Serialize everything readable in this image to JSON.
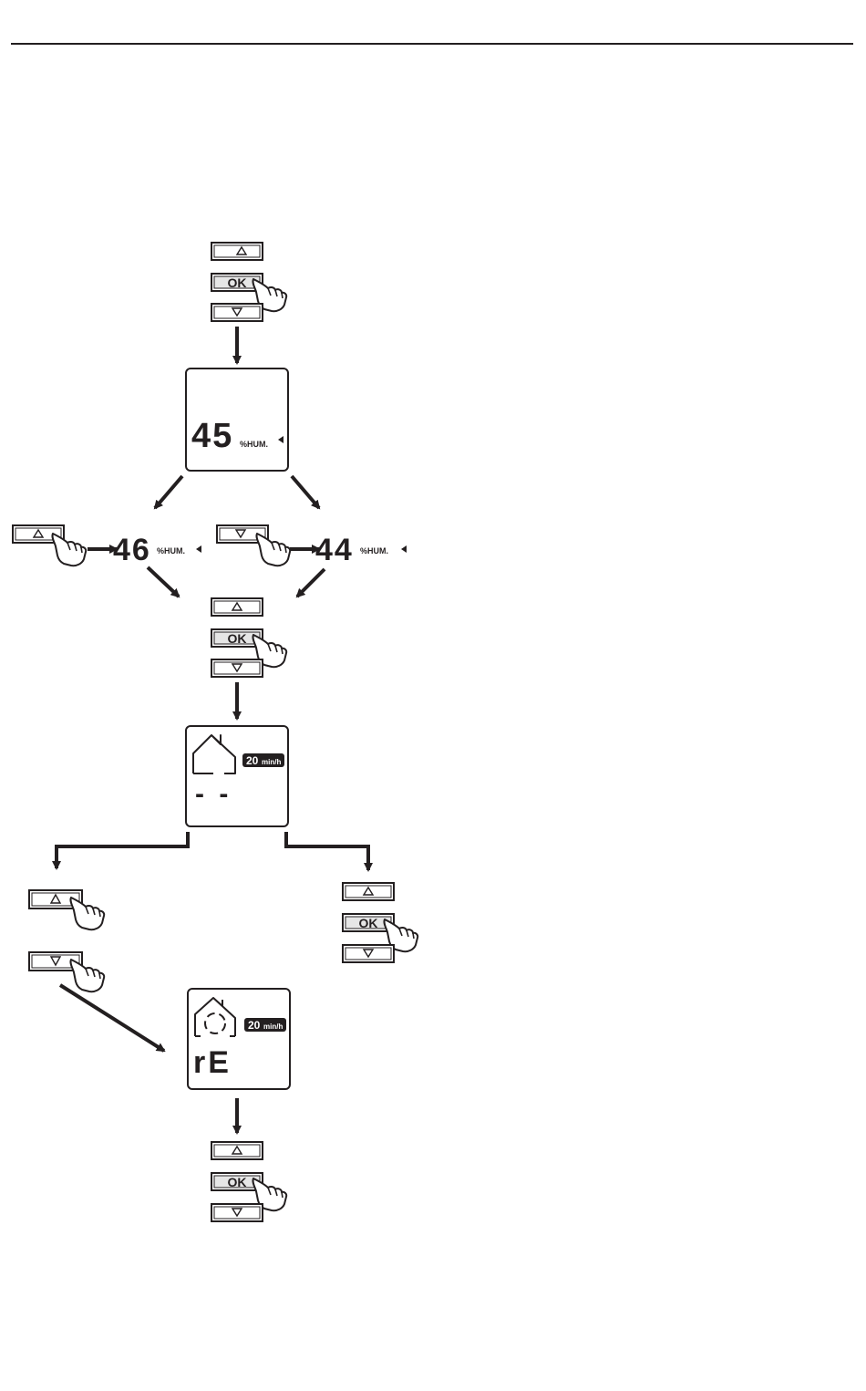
{
  "buttons": {
    "ok_label": "OK",
    "up_symbol": "up-arrow-icon",
    "down_symbol": "down-arrow-icon"
  },
  "screen1": {
    "value": "45",
    "unit": "%HUM."
  },
  "branch_up": {
    "value": "46",
    "unit": "%HUM."
  },
  "branch_down": {
    "value": "44",
    "unit": "%HUM."
  },
  "screen2": {
    "badge_value": "20",
    "badge_unit": "min/h",
    "value": "- -"
  },
  "screen3": {
    "badge_value": "20",
    "badge_unit": "min/h",
    "value": "rE"
  },
  "colors": {
    "ink": "#231f20",
    "paper": "#ffffff"
  }
}
